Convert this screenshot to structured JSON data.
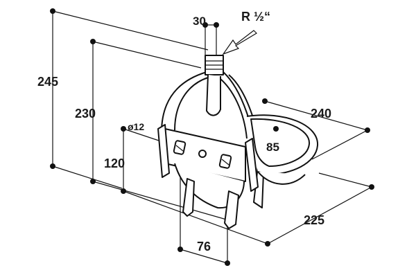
{
  "drawing": {
    "thread_label": "R ½“",
    "dimensions": {
      "pipe_width": "30",
      "overall_height": "245",
      "bracket_height": "230",
      "mount_height": "120",
      "hole_diameter": "ø12",
      "bowl_length": "240",
      "bowl_depth": "85",
      "overall_depth": "225",
      "mount_spacing": "76"
    }
  }
}
